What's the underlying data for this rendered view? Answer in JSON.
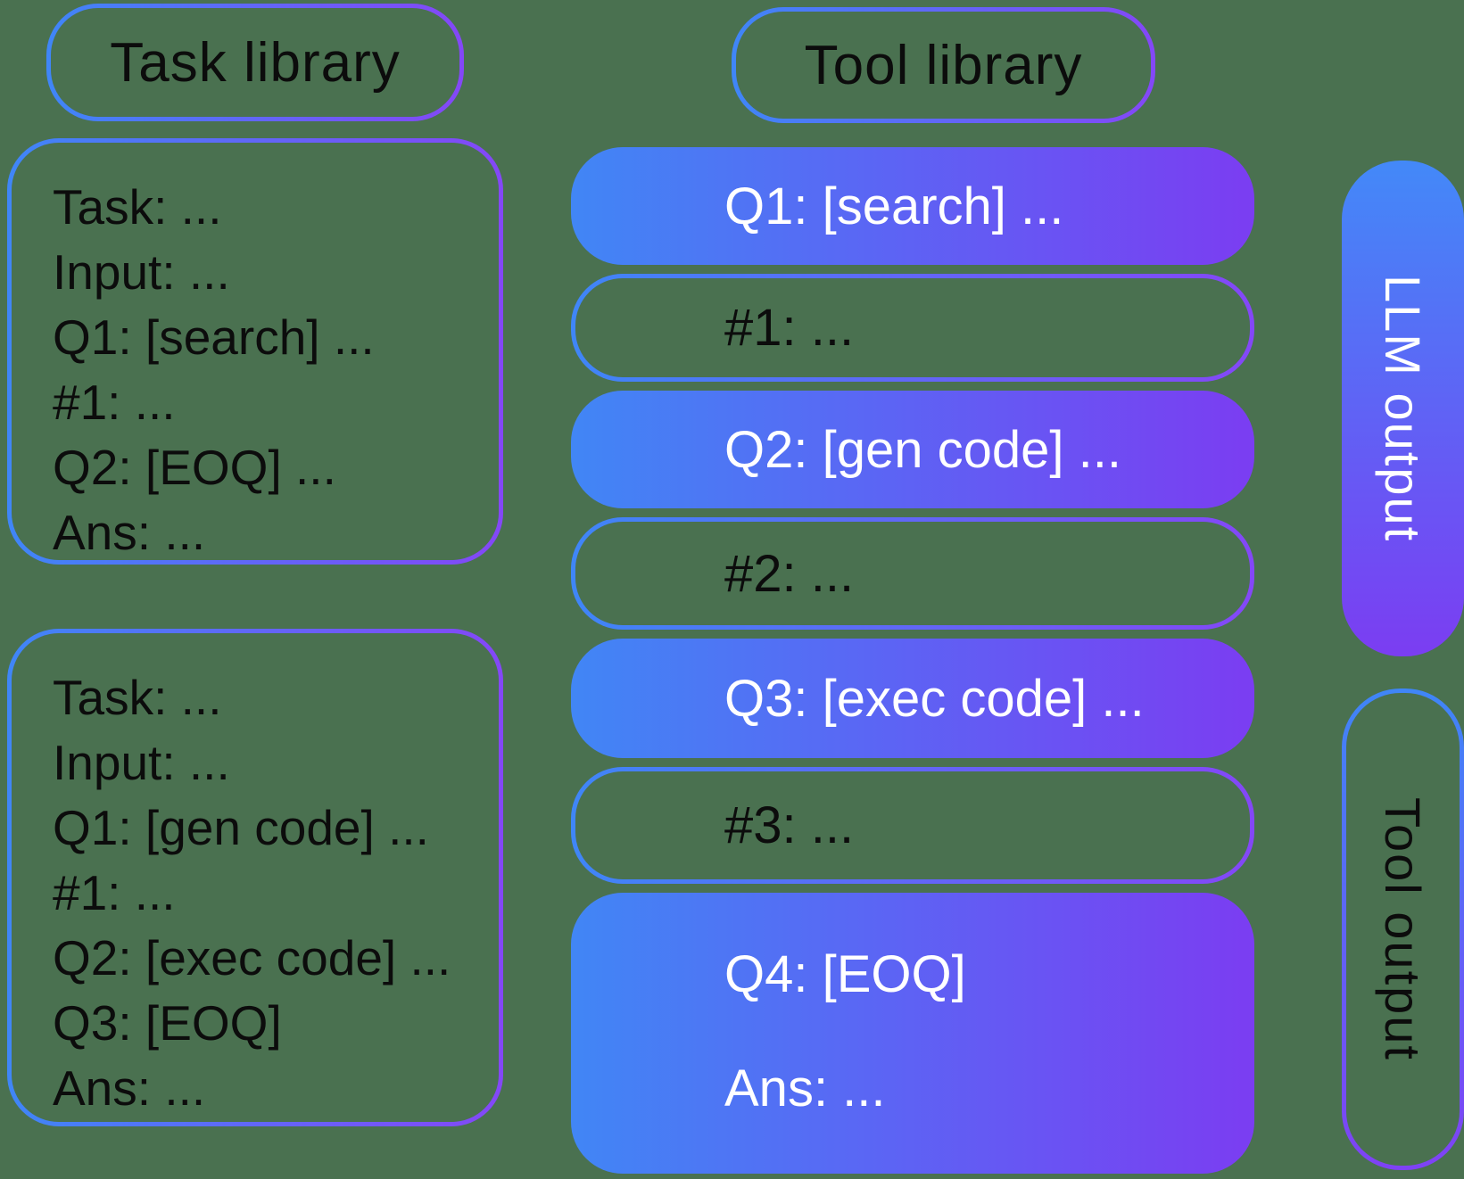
{
  "background_color": "#4a7150",
  "colors": {
    "blue": "#4186f5",
    "purple": "#7b3df2",
    "text_dark": "#0c0c0c",
    "text_light": "#ffffff"
  },
  "headers": {
    "task_library": "Task library",
    "tool_library": "Tool library"
  },
  "task_library": {
    "example1": {
      "line0": "Task: ...",
      "line1": "Input: ...",
      "line2": "Q1: [search] ...",
      "line3": "#1: ...",
      "line4": "Q2: [EOQ] ...",
      "line5": "Ans: ..."
    },
    "example2": {
      "line0": "Task: ...",
      "line1": "Input: ...",
      "line2": "Q1: [gen code] ...",
      "line3": "#1: ...",
      "line4": "Q2: [exec code] ...",
      "line5": "Q3: [EOQ]",
      "line6": "Ans: ..."
    }
  },
  "tool_sequence": {
    "q1": "Q1: [search] ...",
    "r1": "#1: ...",
    "q2": "Q2: [gen code] ...",
    "r2": "#2: ...",
    "q3": "Q3: [exec code] ...",
    "r3": "#3: ...",
    "q4": "Q4: [EOQ]",
    "ans": "Ans: ..."
  },
  "legend": {
    "llm_output": "LLM output",
    "tool_output": "Tool output"
  }
}
